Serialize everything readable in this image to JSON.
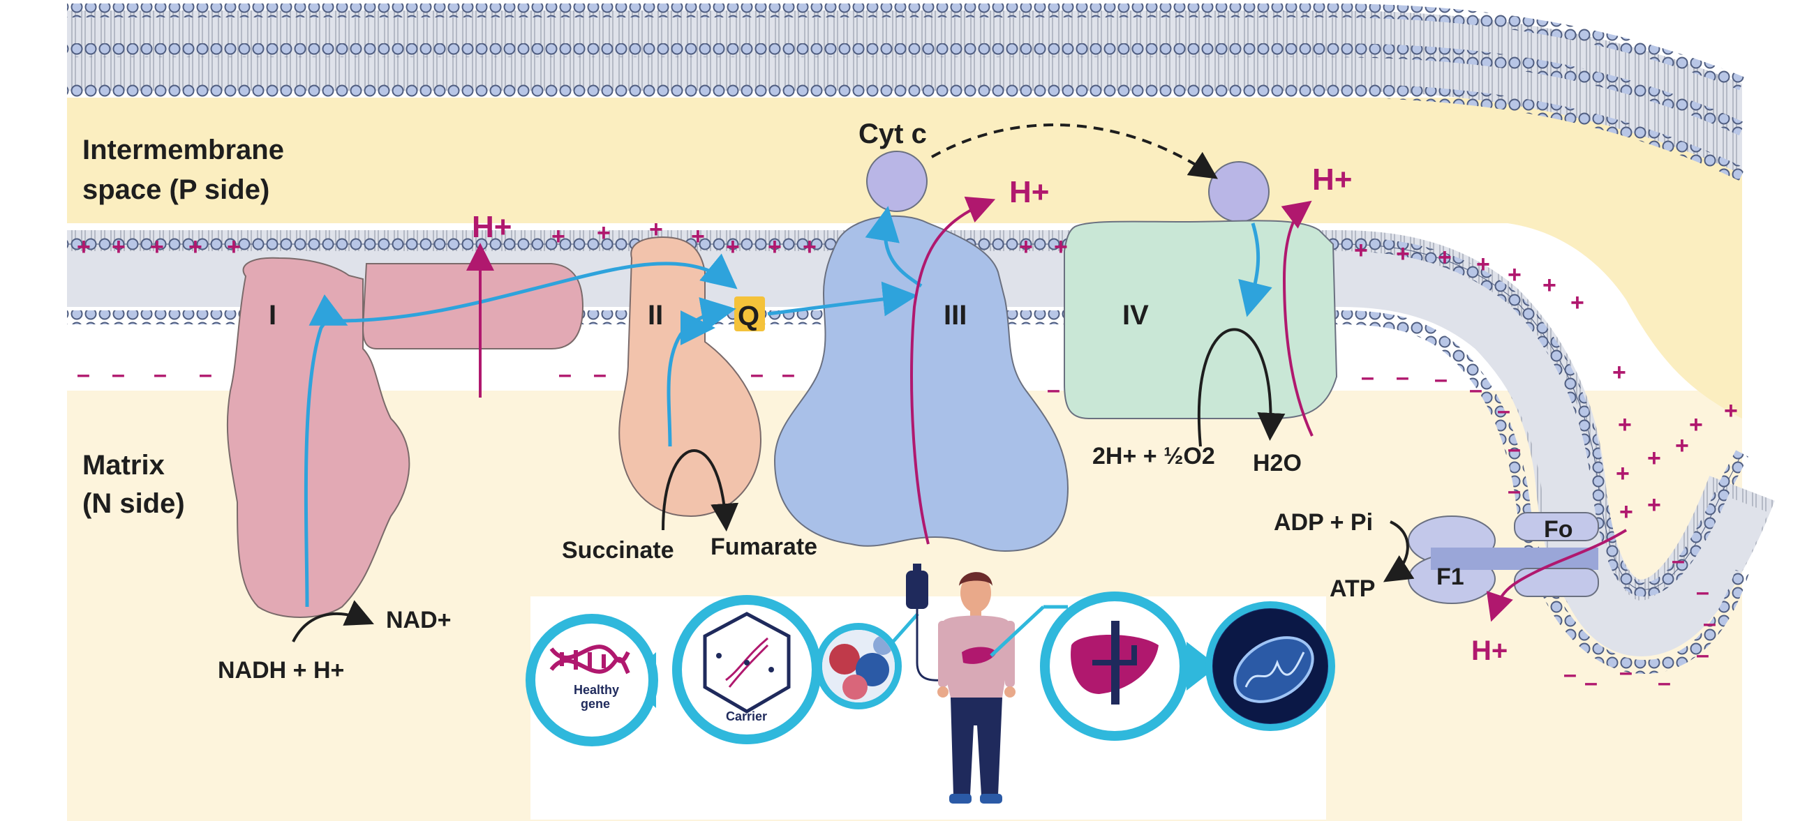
{
  "regions": {
    "intermembrane_line1": "Intermembrane",
    "intermembrane_line2": "space (P side)",
    "matrix_line1": "Matrix",
    "matrix_line2": "(N side)"
  },
  "complexes": {
    "c1": "I",
    "c2": "II",
    "q": "Q",
    "c3": "III",
    "c4": "IV",
    "cytc": "Cyt c",
    "fo": "Fo",
    "f1": "F1"
  },
  "labels": {
    "hplus": "H+",
    "nadh": "NADH + H+",
    "nad": "NAD+",
    "succinate": "Succinate",
    "fumarate": "Fumarate",
    "o2_reaction": "2H+ + ½O2",
    "h2o": "H2O",
    "adp": "ADP + Pi",
    "atp": "ATP"
  },
  "charges": {
    "plus": "+",
    "minus": "–"
  },
  "therapy": {
    "healthy_gene_line1": "Healthy",
    "healthy_gene_line2": "gene",
    "carrier": "Carrier"
  },
  "colors": {
    "membrane_bg": "#e8e8ec",
    "intermembrane": "#fbeec0",
    "matrix": "#fdf4dc",
    "complex_I": "#e2a9b4",
    "complex_II": "#f2c3ac",
    "complex_III": "#a9c0e8",
    "complex_IV": "#c9e7d6",
    "cyt_c": "#b9b6e6",
    "proton": "#b0186e",
    "electron": "#2ea3dc",
    "q_box": "#f4c23a",
    "therapy_ring": "#2fb8dc",
    "navy": "#1f2a5c"
  }
}
